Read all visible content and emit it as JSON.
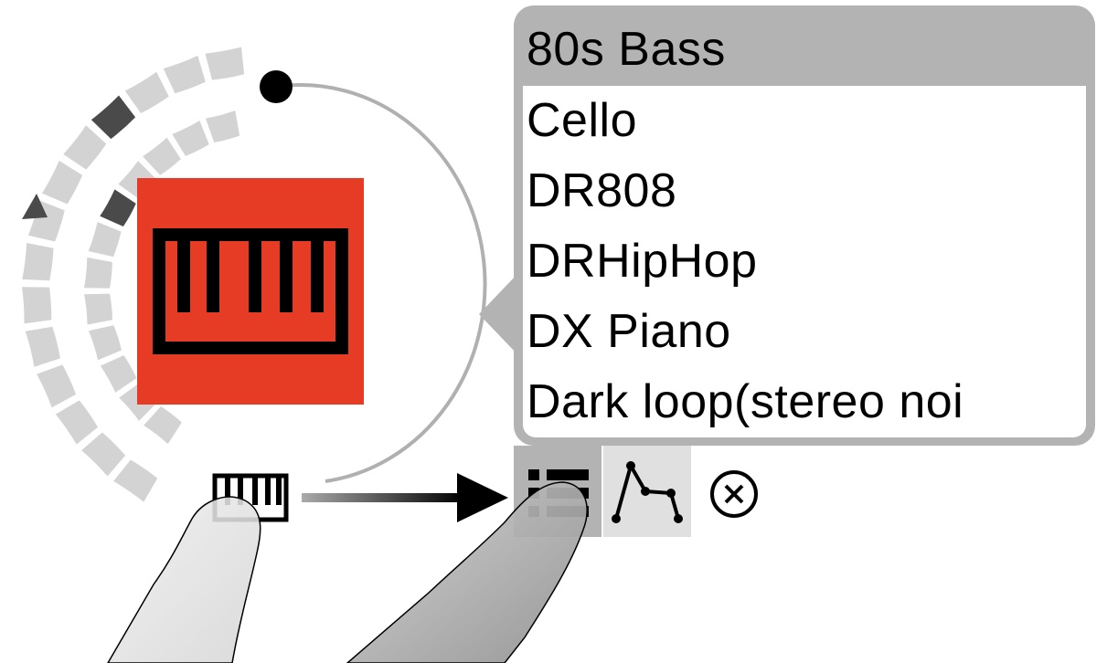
{
  "popup": {
    "selected": "80s Bass",
    "presets": [
      {
        "label": "80s Bass",
        "selected": true
      },
      {
        "label": "Cello",
        "selected": false
      },
      {
        "label": "DR808",
        "selected": false
      },
      {
        "label": "DRHipHop",
        "selected": false
      },
      {
        "label": "DX Piano",
        "selected": false
      },
      {
        "label": "Dark loop(stereo noi",
        "selected": false
      }
    ],
    "tools": [
      {
        "name": "list-icon",
        "active": true
      },
      {
        "name": "envelope-icon",
        "active": false
      },
      {
        "name": "close-icon",
        "active": false
      }
    ]
  },
  "instrument": {
    "icon": "piano-keys-icon",
    "tile_color": "#e63b25"
  },
  "knob": {
    "icon": "ring-dial",
    "level": 0.0
  },
  "colors": {
    "popup_bg": "#b3b3b3",
    "segment_light": "#d3d3d3",
    "segment_dark": "#4a4a4a",
    "accent_red": "#e63b25"
  }
}
